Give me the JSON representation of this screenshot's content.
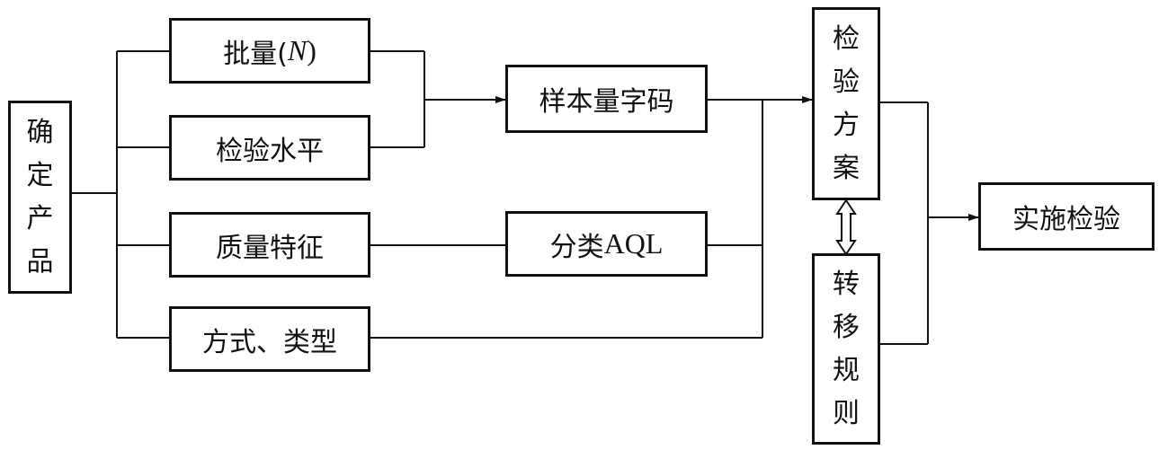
{
  "colors": {
    "line": "#111111",
    "background": "#ffffff"
  },
  "nodes": {
    "product": {
      "chars": [
        "确",
        "定",
        "产",
        "品"
      ]
    },
    "lot_size": {
      "prefix": "批量(",
      "symbol": "N",
      "suffix": ")"
    },
    "inspection_level": {
      "label": "检验水平"
    },
    "quality_characteristic": {
      "label": "质量特征"
    },
    "mode_type": {
      "label": "方式、类型"
    },
    "sample_code": {
      "label": "样本量字码"
    },
    "aql": {
      "prefix": "分类",
      "suffix": "AQL"
    },
    "scheme": {
      "chars": [
        "检",
        "验",
        "方",
        "案"
      ]
    },
    "switching": {
      "chars": [
        "转",
        "移",
        "规",
        "则"
      ]
    },
    "execute": {
      "label": "实施检验"
    }
  }
}
